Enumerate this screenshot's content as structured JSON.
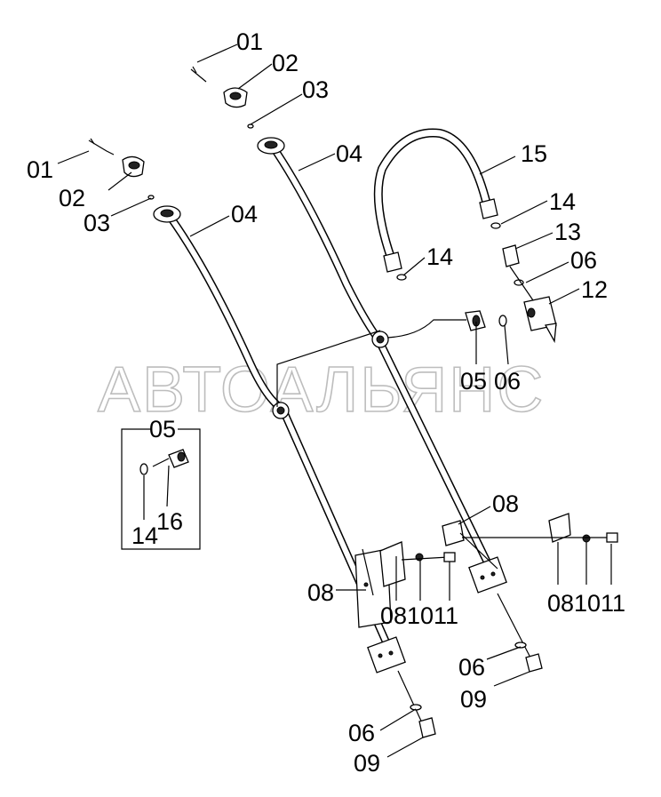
{
  "watermark": "АВТОАЛЬЯНС",
  "callouts": {
    "c01a": "01",
    "c02a": "02",
    "c03a": "03",
    "c04a": "04",
    "c01b": "01",
    "c02b": "02",
    "c03b": "03",
    "c04b": "04",
    "c15": "15",
    "c14a": "14",
    "c13": "13",
    "c06a": "06",
    "c12": "12",
    "c14b": "14",
    "c05a": "05",
    "c06b": "06",
    "c05box": "05",
    "c14box": "14",
    "c16box": "16",
    "c08a": "08",
    "c08b": "08",
    "c08c": "08",
    "c10c": "10",
    "c11c": "11",
    "c08d": "08",
    "c10d": "10",
    "c11d": "11",
    "c06c": "06",
    "c09c": "09",
    "c06d": "06",
    "c09d": "09"
  }
}
